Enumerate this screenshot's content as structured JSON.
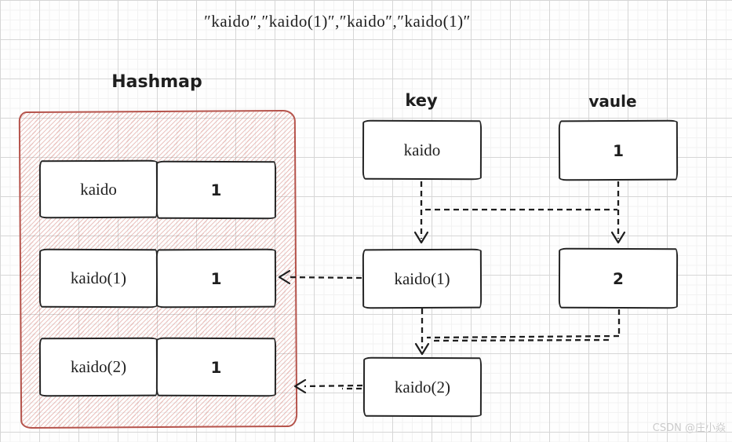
{
  "title": "″kaido″,″kaido(1)″,″kaido″,″kaido(1)″",
  "hashmap": {
    "label": "Hashmap",
    "rows": [
      {
        "key": "kaido",
        "value": "1"
      },
      {
        "key": "kaido(1)",
        "value": "1"
      },
      {
        "key": "kaido(2)",
        "value": "1"
      }
    ]
  },
  "key_column": {
    "label": "key",
    "nodes": [
      "kaido",
      "kaido(1)",
      "kaido(2)"
    ]
  },
  "value_column": {
    "label": "vaule",
    "nodes": [
      "1",
      "2"
    ]
  },
  "watermark": "CSDN @庄小焱",
  "colors": {
    "ink": "#1e1e1e",
    "hashmap_border": "#b5534b",
    "hashmap_hatch": "#cd5f55",
    "grid_minor": "#f2f2f2",
    "grid_major": "#d6d6d6",
    "watermark": "#cbcbcb"
  }
}
